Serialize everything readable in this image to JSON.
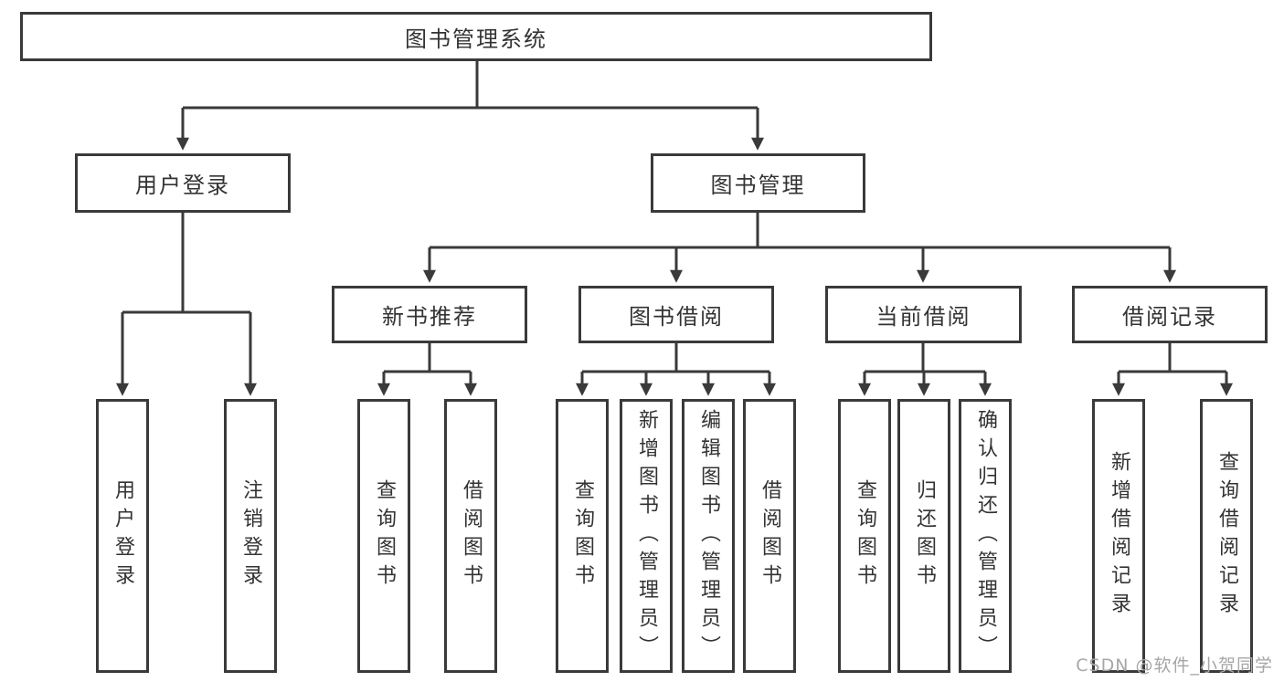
{
  "diagram": {
    "root": "图书管理系统",
    "level2": {
      "user_login": "用户登录",
      "book_mgmt": "图书管理"
    },
    "user_login_children": {
      "login": "用户登录",
      "logout": "注销登录"
    },
    "book_mgmt_children": {
      "new_books": "新书推荐",
      "borrowing": "图书借阅",
      "current": "当前借阅",
      "records": "借阅记录"
    },
    "new_books_children": {
      "query": "查询图书",
      "borrow": "借阅图书"
    },
    "borrowing_children": {
      "query": "查询图书",
      "add": "新增图书（管理员）",
      "edit": "编辑图书（管理员）",
      "borrow": "借阅图书"
    },
    "current_children": {
      "query": "查询图书",
      "return": "归还图书",
      "confirm": "确认归还（管理员）"
    },
    "records_children": {
      "add": "新增借阅记录",
      "query": "查询借阅记录"
    }
  },
  "watermark": "CSDN @软件_小贺同学",
  "colors": {
    "line": "#3a3a3a",
    "text": "#333333",
    "watermark": "#a6a6a6",
    "background": "#ffffff"
  }
}
